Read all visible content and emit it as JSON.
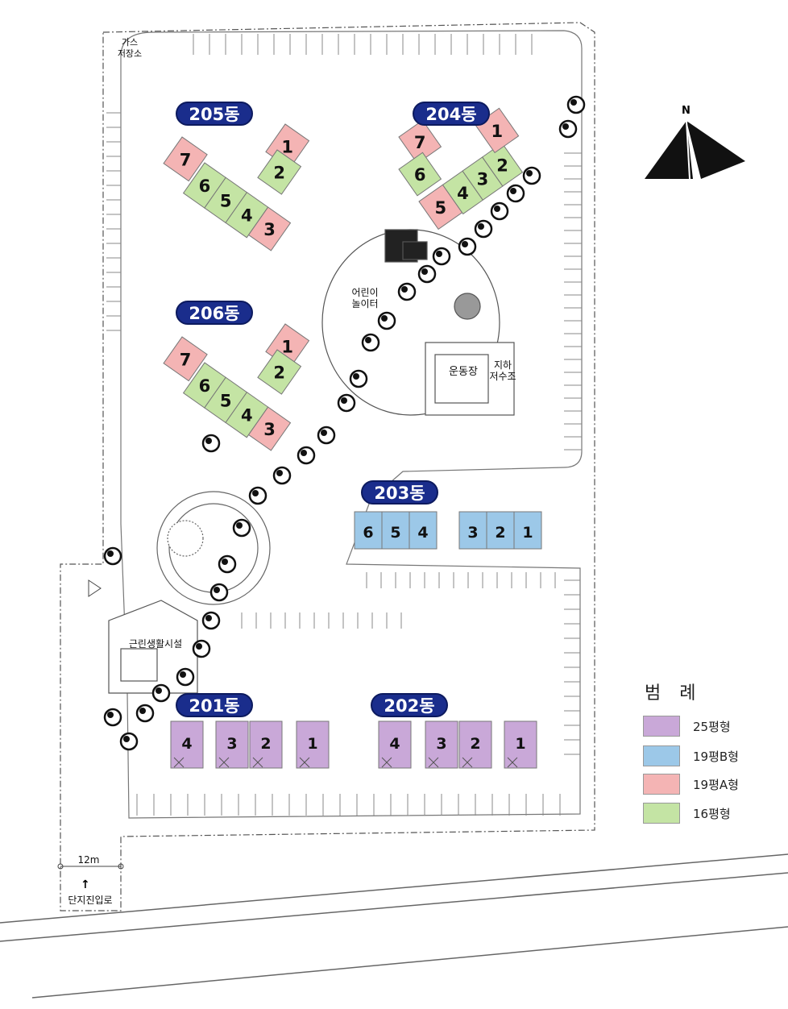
{
  "buildings": [
    {
      "id": "205",
      "label": "205동"
    },
    {
      "id": "204",
      "label": "204동"
    },
    {
      "id": "206",
      "label": "206동"
    },
    {
      "id": "203",
      "label": "203동"
    },
    {
      "id": "201",
      "label": "201동"
    },
    {
      "id": "202",
      "label": "202동"
    }
  ],
  "units": {
    "b205": [
      "7",
      "6",
      "5",
      "4",
      "3",
      "2",
      "1"
    ],
    "b204": [
      "7",
      "6",
      "5",
      "4",
      "3",
      "2",
      "1"
    ],
    "b206": [
      "7",
      "6",
      "5",
      "4",
      "3",
      "2",
      "1"
    ],
    "b203": [
      "6",
      "5",
      "4",
      "3",
      "2",
      "1"
    ],
    "b201": [
      "4",
      "3",
      "2",
      "1"
    ],
    "b202": [
      "4",
      "3",
      "2",
      "1"
    ]
  },
  "facilities": {
    "gas": "가스\n저장소",
    "playground": "어린이\n놀이터",
    "sports": "운동장",
    "reservoir": "지하\n저수조",
    "commercial": "근린생활시설",
    "road_width": "12m",
    "entrance": "단지진입로"
  },
  "compass": {
    "label": "N"
  },
  "legend": {
    "title": "범 례",
    "items": [
      {
        "label": "25평형",
        "color": "#c9a8d8"
      },
      {
        "label": "19평B형",
        "color": "#9cc8e8"
      },
      {
        "label": "19평A형",
        "color": "#f4b4b4"
      },
      {
        "label": "16평형",
        "color": "#c4e4a4"
      }
    ]
  },
  "colors": {
    "p25": "#c9a8d8",
    "p19b": "#9cc8e8",
    "p19a": "#f4b4b4",
    "p16": "#c4e4a4",
    "badge": "#1a2d8c"
  }
}
